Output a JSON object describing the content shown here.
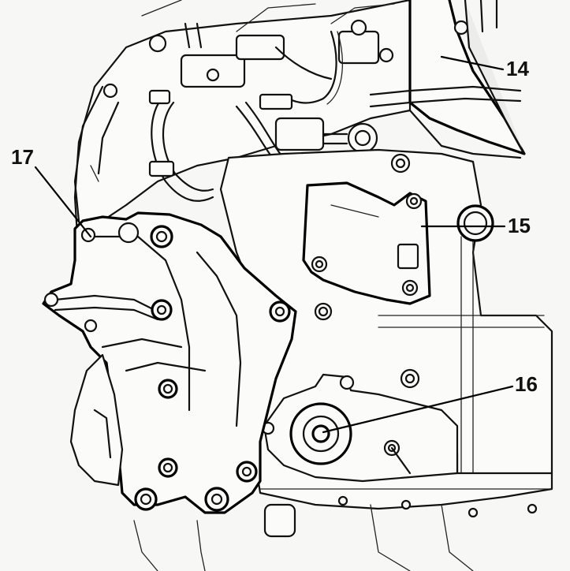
{
  "callouts": {
    "label_14": "14",
    "label_15": "15",
    "label_16": "16",
    "label_17": "17"
  },
  "colors": {
    "line": "#111111",
    "paper": "#f7f7f5"
  }
}
